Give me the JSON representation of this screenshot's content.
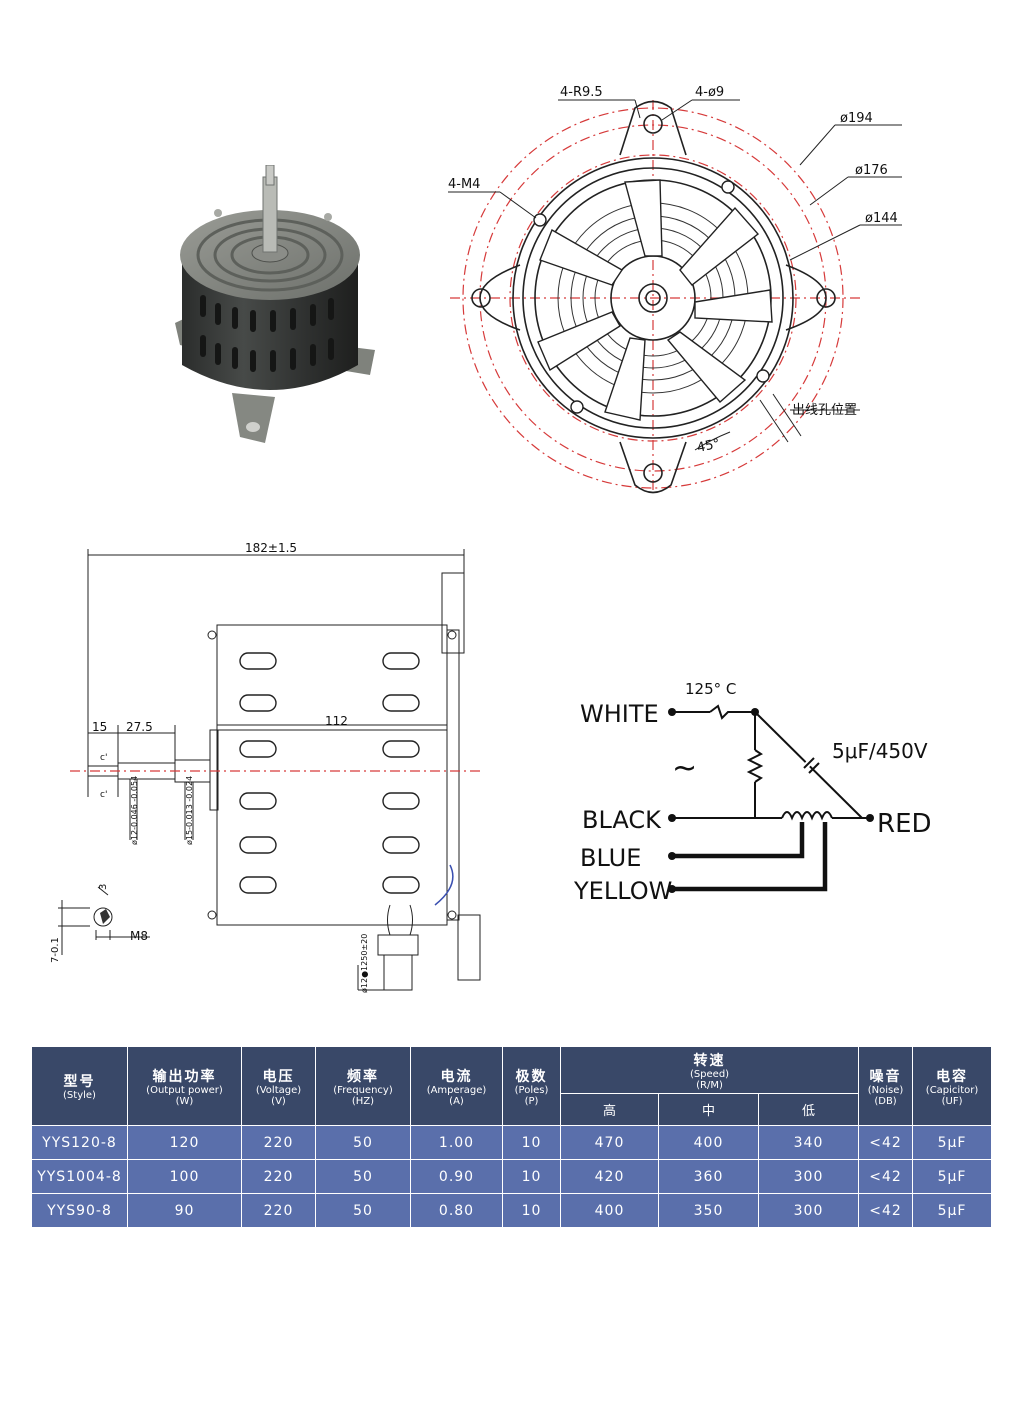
{
  "front_view": {
    "labels": {
      "r95": "4-R9.5",
      "d9": "4-ø9",
      "m4": "4-M4",
      "d194": "ø194",
      "d176": "ø176",
      "d144": "ø144",
      "outlet": "出线孔位置",
      "angle": "45°"
    }
  },
  "side_view": {
    "labels": {
      "overall": "182±1.5",
      "shaft_len": "15",
      "shaft_len2": "27.5",
      "body": "112",
      "c1": "c'",
      "c2": "c'",
      "shaft_d1": "ø12-0.046\n-0.054",
      "shaft_d2": "ø15-0.013\n-0.024",
      "wire": "ø12●1250±20",
      "thread": "M8",
      "key_dim": "7-0.1",
      "key_w": "3"
    }
  },
  "wiring": {
    "white": "WHITE",
    "black": "BLACK",
    "blue": "BLUE",
    "yellow": "YELLOW",
    "red": "RED",
    "thermal": "125° C",
    "capacitor": "5μF/450V",
    "ac": "~"
  },
  "table": {
    "headers": {
      "style": {
        "cn": "型号",
        "en": "(Style)"
      },
      "output": {
        "cn": "输出功率",
        "en": "(Output power)",
        "unit": "(W)"
      },
      "voltage": {
        "cn": "电压",
        "en": "(Voltage)",
        "unit": "(V)"
      },
      "freq": {
        "cn": "频率",
        "en": "(Frequency)",
        "unit": "(HZ)"
      },
      "amp": {
        "cn": "电流",
        "en": "(Amperage)",
        "unit": "(A)"
      },
      "poles": {
        "cn": "极数",
        "en": "(Poles)",
        "unit": "(P)"
      },
      "speed": {
        "cn": "转速",
        "en": "(Speed)",
        "unit": "(R/M)"
      },
      "speed_high": "高",
      "speed_mid": "中",
      "speed_low": "低",
      "noise": {
        "cn": "噪音",
        "en": "(Noise)",
        "unit": "(DB)"
      },
      "cap": {
        "cn": "电容",
        "en": "(Capicitor)",
        "unit": "(UF)"
      }
    },
    "rows": [
      [
        "YYS120-8",
        "120",
        "220",
        "50",
        "1.00",
        "10",
        "470",
        "400",
        "340",
        "<42",
        "5μF"
      ],
      [
        "YYS1004-8",
        "100",
        "220",
        "50",
        "0.90",
        "10",
        "420",
        "360",
        "300",
        "<42",
        "5μF"
      ],
      [
        "YYS90-8",
        "90",
        "220",
        "50",
        "0.80",
        "10",
        "400",
        "350",
        "300",
        "<42",
        "5μF"
      ]
    ]
  }
}
